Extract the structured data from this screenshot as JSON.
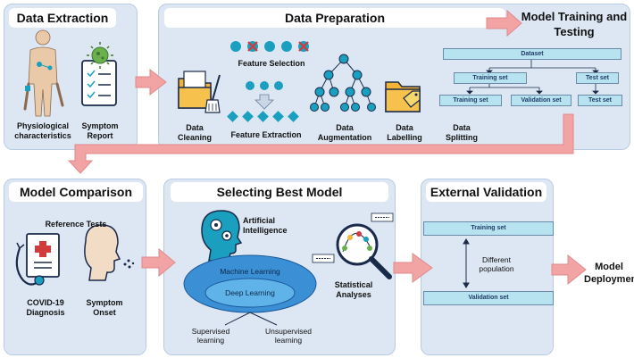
{
  "panels": {
    "extraction": {
      "title": "Data Extraction",
      "items": [
        "Physiological characteristics",
        "Symptom Report"
      ]
    },
    "preparation": {
      "title": "Data Preparation",
      "feature_selection": "Feature Selection",
      "feature_extraction": "Feature Extraction",
      "cleaning": "Data Cleaning",
      "augmentation": "Data Augmentation",
      "labelling": "Data Labelling",
      "splitting": "Data Splitting"
    },
    "training": {
      "title": "Model Training and Testing",
      "tree": {
        "dataset": "Dataset",
        "training_set": "Training set",
        "test_set": "Test set",
        "training_set_2": "Training set",
        "validation_set": "Validation set",
        "test_set_2": "Test set"
      }
    },
    "comparison": {
      "title": "Model Comparison",
      "subtitle": "Reference Tests",
      "covid": "COVID-19 Diagnosis",
      "symptom_onset": "Symptom Onset"
    },
    "selecting": {
      "title": "Selecting Best Model",
      "ai": "Artificial Intelligence",
      "ml": "Machine Learning",
      "dl": "Deep Learning",
      "supervised": "Supervised learning",
      "unsupervised": "Unsupervised learning",
      "stats": "Statistical Analyses"
    },
    "external": {
      "title": "External Validation",
      "training_set": "Training set",
      "different_population": "Different population",
      "validation_set": "Validation set"
    },
    "deployment": "Model Deployment"
  },
  "colors": {
    "panel_bg": "#dde7f3",
    "arrow": "#f2a3a3",
    "teal": "#1b9fbf",
    "ellipse": "#3b8fd4",
    "ellipse_inner": "#b7dcf2"
  }
}
